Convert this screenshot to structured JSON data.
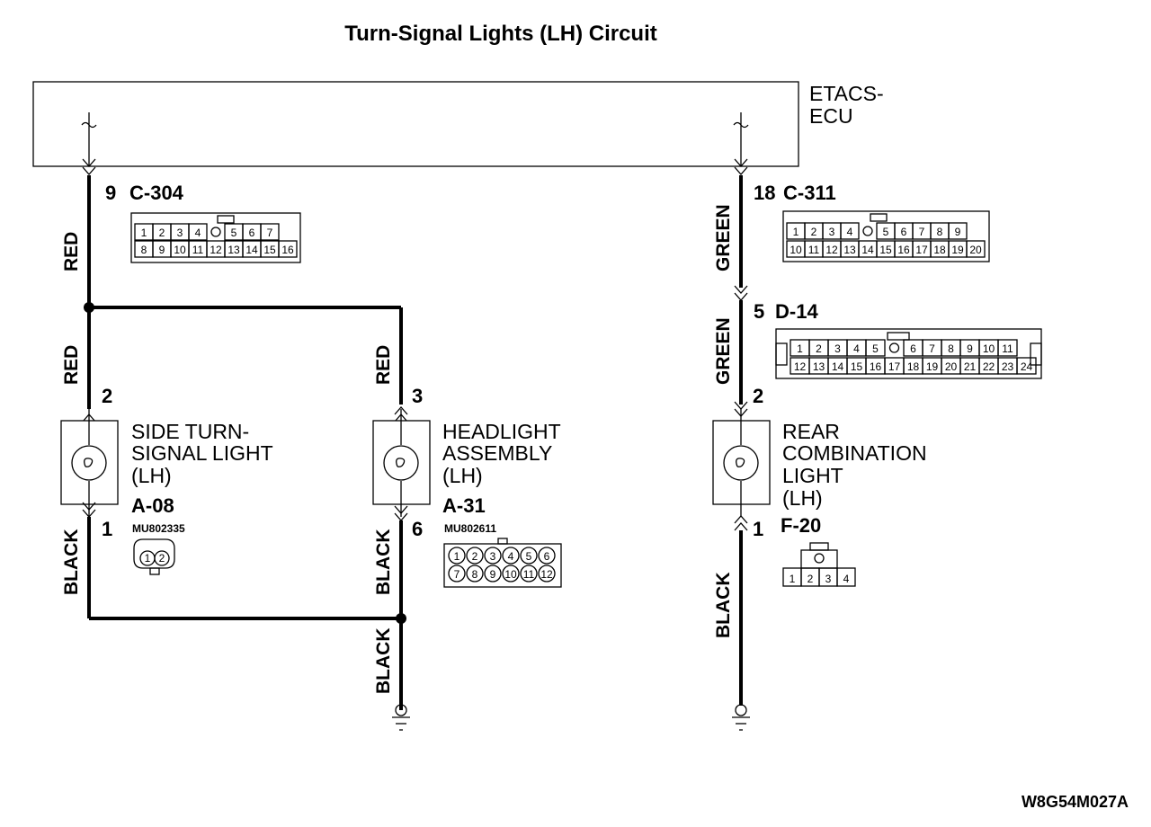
{
  "title": "Turn-Signal Lights (LH) Circuit",
  "ecu": {
    "line1": "ETACS-",
    "line2": "ECU"
  },
  "connectors": {
    "c304": {
      "pin": "9",
      "name": "C-304",
      "row1": [
        "1",
        "2",
        "3",
        "4",
        "",
        "5",
        "6",
        "7"
      ],
      "row2": [
        "8",
        "9",
        "10",
        "11",
        "12",
        "13",
        "14",
        "15",
        "16"
      ]
    },
    "c311": {
      "pin": "18",
      "name": "C-311",
      "row1": [
        "1",
        "2",
        "3",
        "4",
        "",
        "5",
        "6",
        "7",
        "8",
        "9"
      ],
      "row2": [
        "10",
        "11",
        "12",
        "13",
        "14",
        "15",
        "16",
        "17",
        "18",
        "19",
        "20"
      ]
    },
    "d14": {
      "pin": "5",
      "name": "D-14",
      "row1": [
        "1",
        "2",
        "3",
        "4",
        "5",
        "",
        "6",
        "7",
        "8",
        "9",
        "10",
        "11"
      ],
      "row2": [
        "12",
        "13",
        "14",
        "15",
        "16",
        "17",
        "18",
        "19",
        "20",
        "21",
        "22",
        "23",
        "24"
      ]
    },
    "f20": {
      "name": "F-20",
      "cells": [
        "1",
        "2",
        "3",
        "4"
      ]
    }
  },
  "components": {
    "side": {
      "line1": "SIDE TURN-",
      "line2": "SIGNAL LIGHT",
      "line3": "(LH)",
      "connector": "A-08",
      "part_no": "MU802335",
      "pin_top": "2",
      "pin_bottom": "1",
      "pins": [
        "1",
        "2"
      ]
    },
    "headlight": {
      "line1": "HEADLIGHT",
      "line2": "ASSEMBLY",
      "line3": "(LH)",
      "connector": "A-31",
      "part_no": "MU802611",
      "pin_top": "3",
      "pin_bottom": "6",
      "row1": [
        "1",
        "2",
        "3",
        "4",
        "5",
        "6"
      ],
      "row2": [
        "7",
        "8",
        "9",
        "10",
        "11",
        "12"
      ]
    },
    "rear": {
      "line1": "REAR",
      "line2": "COMBINATION",
      "line3": "LIGHT",
      "line4": "(LH)",
      "pin_top": "2",
      "pin_bottom": "1"
    }
  },
  "wires": {
    "red1": "RED",
    "red2": "RED",
    "red3": "RED",
    "green1": "GREEN",
    "green2": "GREEN",
    "black1": "BLACK",
    "black2": "BLACK",
    "black3": "BLACK",
    "black4": "BLACK"
  },
  "drawing_code": "W8G54M027A"
}
